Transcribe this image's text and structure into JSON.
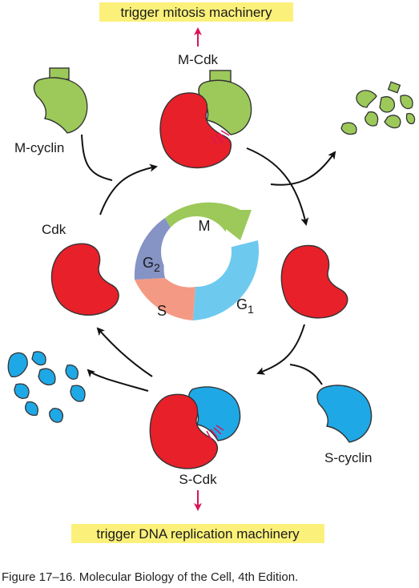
{
  "top_trigger": "trigger mitosis machinery",
  "bottom_trigger": "trigger DNA replication machinery",
  "labels": {
    "m_cdk": "M-Cdk",
    "m_cyclin": "M-cyclin",
    "cdk": "Cdk",
    "s_cdk": "S-Cdk",
    "s_cyclin": "S-cyclin"
  },
  "phases": {
    "m": "M",
    "g2_main": "G",
    "g2_sub": "2",
    "s": "S",
    "g1_main": "G",
    "g1_sub": "1"
  },
  "caption": "Figure 17–16. Molecular Biology of the Cell, 4th Edition.",
  "colors": {
    "cdk_red": "#e8202a",
    "m_cyclin_green": "#9cc95a",
    "s_cyclin_blue": "#1fa8e6",
    "g1_blue": "#6ec9ef",
    "g2_purple": "#8593c5",
    "s_salmon": "#f49a84",
    "m_green": "#9cc95a",
    "highlight": "#fbf17a",
    "signal_pink": "#d9145b"
  }
}
